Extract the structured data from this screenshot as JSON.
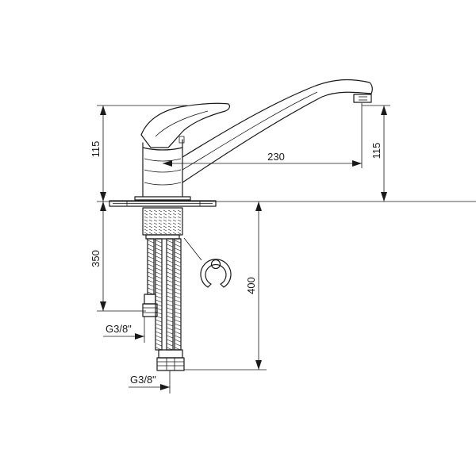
{
  "dimensions": {
    "height_top_left": "115",
    "reach": "230",
    "height_top_right": "115",
    "hose_length": "350",
    "total_length": "400",
    "thread_upper": "G3/8\"",
    "thread_lower": "G3/8\""
  },
  "colors": {
    "line": "#1a1a1a",
    "background": "#ffffff"
  }
}
